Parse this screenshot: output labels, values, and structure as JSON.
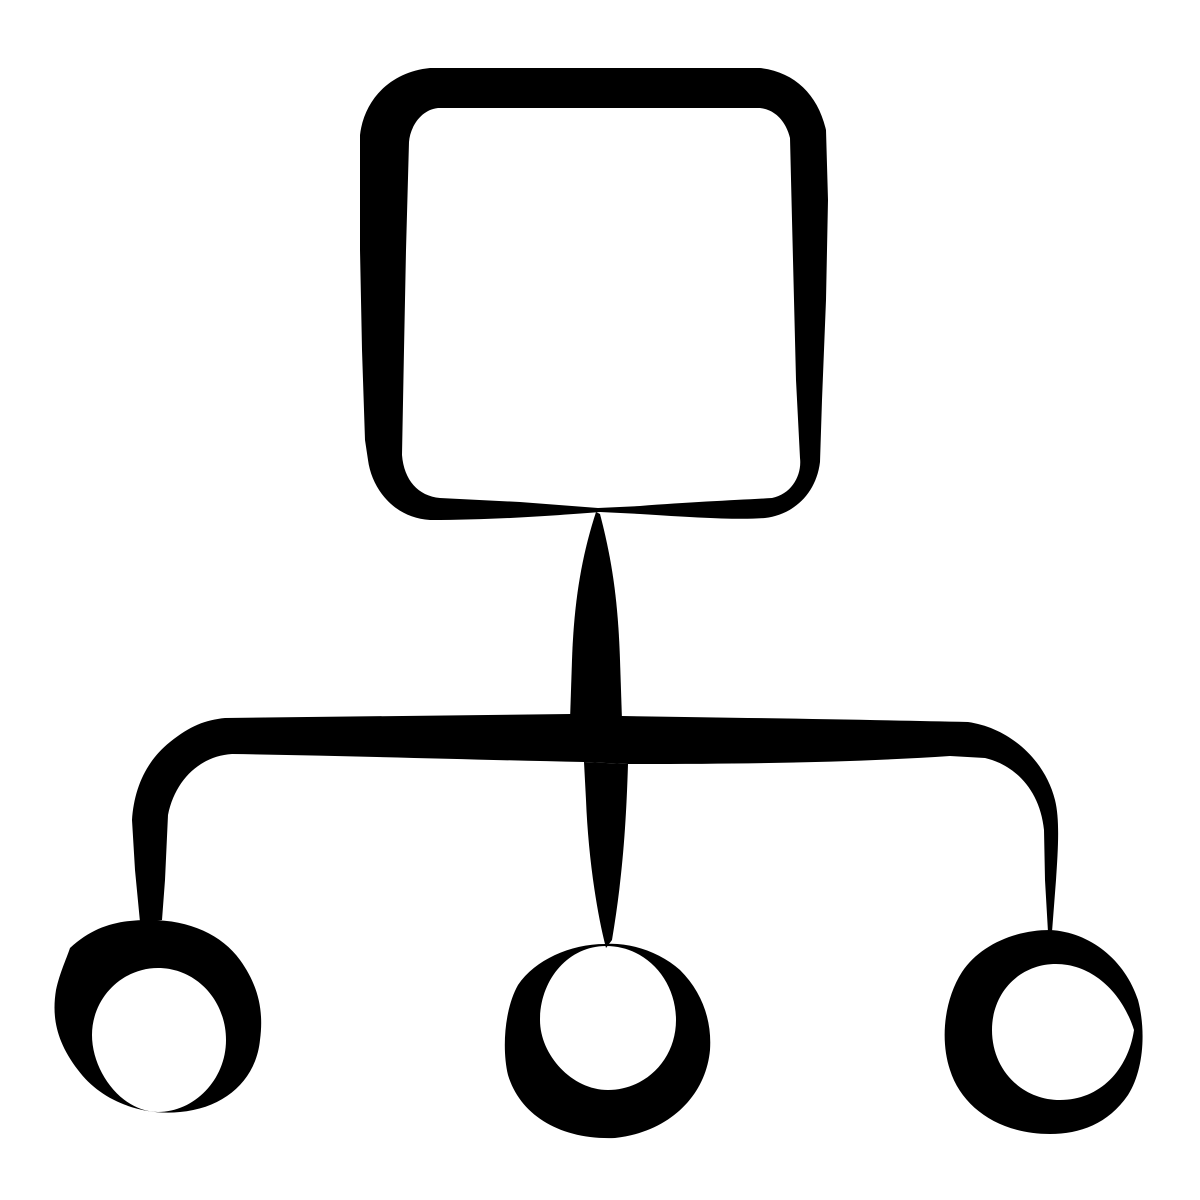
{
  "diagram": {
    "icon_name": "hierarchy-icon",
    "style": "hand-drawn brush stroke",
    "colors": {
      "ink": "#000000",
      "background": "#ffffff"
    },
    "nodes": [
      {
        "id": "root",
        "shape": "rounded-square",
        "icon": "parent-node-icon"
      },
      {
        "id": "child-left",
        "shape": "circle",
        "icon": "child-node-icon"
      },
      {
        "id": "child-middle",
        "shape": "circle",
        "icon": "child-node-icon"
      },
      {
        "id": "child-right",
        "shape": "circle",
        "icon": "child-node-icon"
      }
    ],
    "edges": [
      {
        "from": "root",
        "to": "child-left"
      },
      {
        "from": "root",
        "to": "child-middle"
      },
      {
        "from": "root",
        "to": "child-right"
      }
    ]
  }
}
